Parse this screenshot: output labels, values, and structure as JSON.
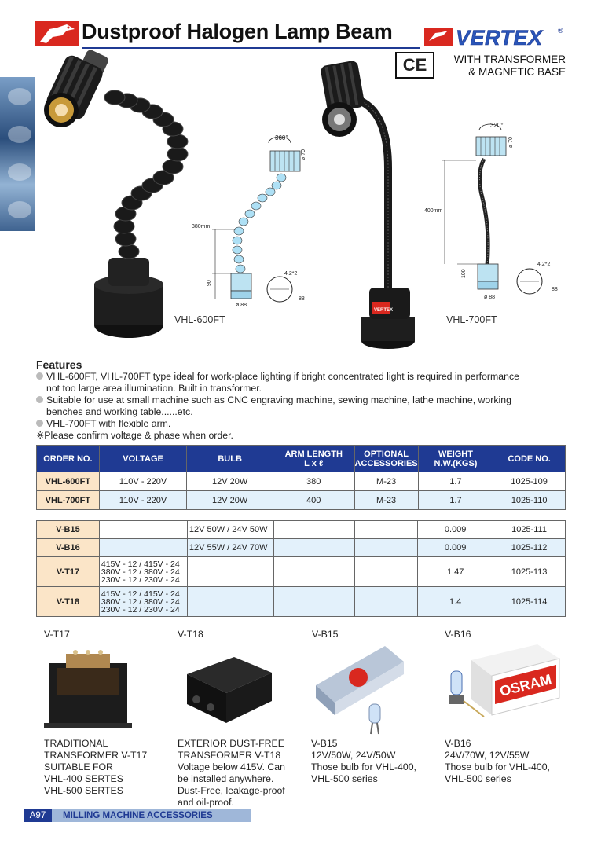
{
  "header": {
    "title": "Dustproof Halogen Lamp Beam",
    "brand": "VERTEX",
    "ce_mark": "CE",
    "subhead_line1": "WITH TRANSFORMER",
    "subhead_line2": "& MAGNETIC BASE"
  },
  "models": {
    "left": {
      "label": "VHL-600FT",
      "dim_angle": "360°",
      "dim_dia": "ø 70",
      "dim_len": "380mm",
      "dim_base": "90",
      "dim_base_w": "ø 88",
      "dim_hole": "4.2*2",
      "dim_circle": "88"
    },
    "right": {
      "label": "VHL-700FT",
      "dim_angle": "320°",
      "dim_dia": "ø 70",
      "dim_len": "400mm",
      "dim_base": "100",
      "dim_base_w": "ø 88",
      "dim_hole": "4.2*2",
      "dim_circle": "88"
    },
    "lamp_brand": "VERTEX"
  },
  "features": {
    "title": "Features",
    "items": [
      "VHL-600FT, VHL-700FT type ideal for work-place lighting if bright concentrated light is required in performance",
      "not too large area illumination. Built in transformer.",
      "Suitable for use at small machine such as CNC engraving machine, sewing machine, lathe machine, working",
      "benches and working table......etc.",
      "VHL-700FT with flexible arm."
    ],
    "note": "※Please confirm voltage & phase when order."
  },
  "main_table": {
    "headers": {
      "order": "ORDER NO.",
      "voltage": "VOLTAGE",
      "bulb": "BULB",
      "arm_1": "ARM LENGTH",
      "arm_2": "L x ℓ",
      "acc_1": "OPTIONAL",
      "acc_2": "ACCESSORIES",
      "wt_1": "WEIGHT",
      "wt_2": "N.W.(KGS)",
      "code": "CODE NO."
    },
    "rows": [
      {
        "order": "VHL-600FT",
        "voltage": "110V - 220V",
        "bulb": "12V 20W",
        "arm": "380",
        "acc": "M-23",
        "weight": "1.7",
        "code": "1025-109"
      },
      {
        "order": "VHL-700FT",
        "voltage": "110V - 220V",
        "bulb": "12V 20W",
        "arm": "400",
        "acc": "M-23",
        "weight": "1.7",
        "code": "1025-110"
      }
    ]
  },
  "acc_table": {
    "rows": [
      {
        "order": "V-B15",
        "v1": "",
        "v2": "",
        "v3": "",
        "bulb": "12V 50W / 24V 50W",
        "weight": "0.009",
        "code": "1025-111"
      },
      {
        "order": "V-B16",
        "v1": "",
        "v2": "",
        "v3": "",
        "bulb": "12V 55W / 24V 70W",
        "weight": "0.009",
        "code": "1025-112"
      },
      {
        "order": "V-T17",
        "v1": "415V - 12 / 415V - 24",
        "v2": "380V - 12 / 380V - 24",
        "v3": "230V - 12 / 230V - 24",
        "bulb": "",
        "weight": "1.47",
        "code": "1025-113"
      },
      {
        "order": "V-T18",
        "v1": "415V - 12 / 415V - 24",
        "v2": "380V - 12 / 380V - 24",
        "v3": "230V - 12 / 230V - 24",
        "bulb": "",
        "weight": "1.4",
        "code": "1025-114"
      }
    ]
  },
  "products": [
    {
      "label": "V-T17",
      "desc": [
        "TRADITIONAL",
        "TRANSFORMER V-T17",
        "SUITABLE FOR",
        "VHL-400 SERTES",
        "VHL-500 SERTES"
      ]
    },
    {
      "label": "V-T18",
      "desc": [
        "EXTERIOR DUST-FREE",
        "TRANSFORMER V-T18",
        "Voltage below 415V. Can",
        "be installed anywhere.",
        "Dust-Free, leakage-proof",
        "and oil-proof."
      ]
    },
    {
      "label": "V-B15",
      "desc": [
        "V-B15",
        "12V/50W, 24V/50W",
        "Those bulb for VHL-400,",
        "VHL-500 series"
      ]
    },
    {
      "label": "V-B16",
      "desc": [
        "V-B16",
        "24V/70W, 12V/55W",
        "Those bulb for VHL-400,",
        "VHL-500 series"
      ]
    }
  ],
  "package_brand": "OSRAM",
  "footer": {
    "page": "A97",
    "section": "MILLING MACHINE ACCESSORIES"
  },
  "colors": {
    "header_blue": "#1f3a93",
    "brand_red": "#d9281f",
    "row_peach": "#fbe5c8",
    "row_blue": "#e3f1fb"
  }
}
